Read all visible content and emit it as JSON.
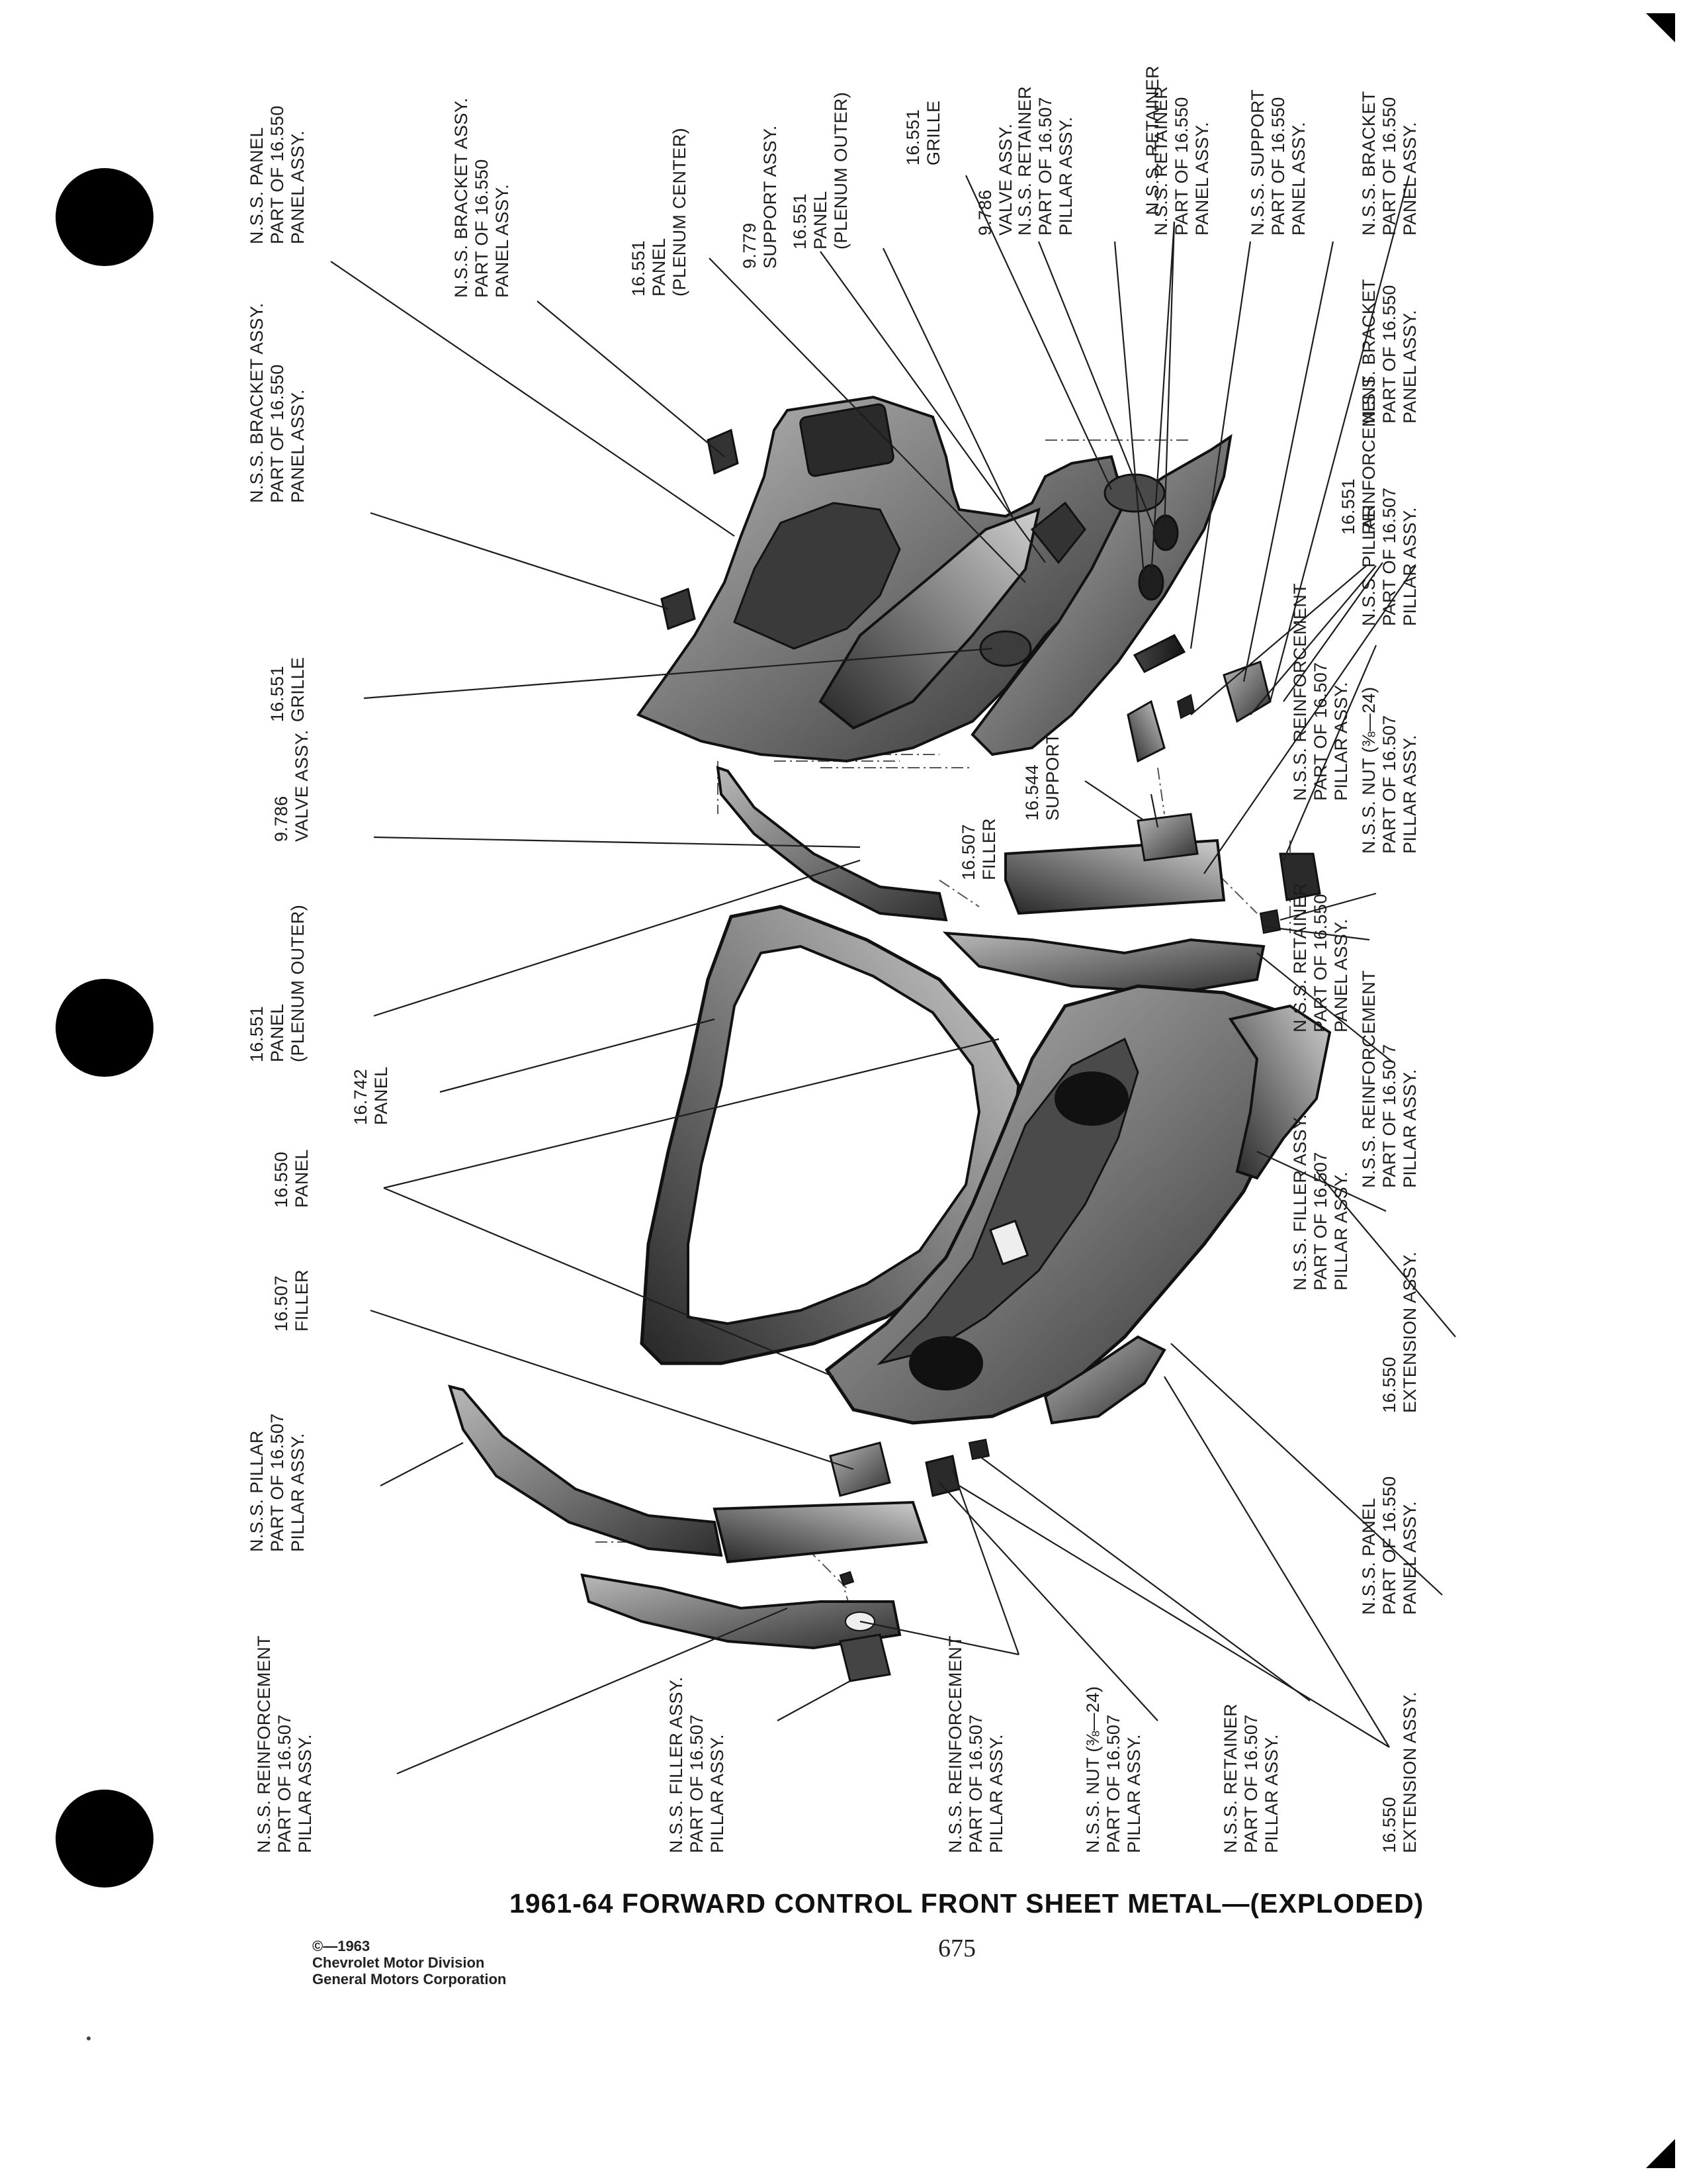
{
  "page": {
    "title": "1961-64 FORWARD CONTROL FRONT SHEET METAL—(EXPLODED)",
    "page_number": "675",
    "copyright": "©—1963\nChevrolet Motor Division\nGeneral Motors Corporation"
  },
  "decor": {
    "punch_holes": [
      "punch-hole-top",
      "punch-hole-middle",
      "punch-hole-bottom"
    ],
    "corner_marks": [
      "corner-mark-top-right",
      "corner-mark-bottom-right"
    ],
    "ink_color": "#1c1c1c"
  },
  "labels": {
    "top": {
      "nss_panel_16550": "N.S.S. PANEL\nPART OF 16.550\nPANEL ASSY.",
      "nss_bracket_16550_a": "N.S.S. BRACKET ASSY.\nPART OF 16.550\nPANEL ASSY.",
      "panel_plenum_center": "16.551\nPANEL\n(PLENUM CENTER)",
      "support_9779": "9.779\nSUPPORT ASSY.",
      "panel_plenum_outer_top": "16.551\nPANEL\n(PLENUM OUTER)",
      "grille_top": "16.551\nGRILLE",
      "valve_top": "9.786\nVALVE ASSY.",
      "nss_retainer_16507": "N.S.S. RETAINER\nPART OF 16.507\nPILLAR ASSY.",
      "nss_retainer": "N.S.S. RETAINER",
      "nss_retainer_16550": "N.S.S. RETAINER\nPART OF 16.550\nPANEL ASSY.",
      "nss_support_16550": "N.S.S. SUPPORT\nPART OF 16.550\nPANEL ASSY.",
      "nss_bracket_16550_right": "N.S.S. BRACKET\nPART OF 16.550\nPANEL ASSY."
    },
    "middle": {
      "nss_bracket_16550_b": "N.S.S. BRACKET ASSY.\nPART OF 16.550\nPANEL ASSY.",
      "grille_mid": "16.551\nGRILLE",
      "valve_mid": "9.786\nVALVE ASSY.",
      "panel_plenum_outer_mid": "16.551\nPANEL\n(PLENUM OUTER)",
      "panel_16742": "16.742\nPANEL",
      "panel_16550": "16.550\nPANEL",
      "filler_16507": "16.507\nFILLER",
      "nss_pillar_left": "N.S.S. PILLAR\nPART OF 16.507\nPILLAR ASSY."
    },
    "right": {
      "nss_bracket_16550_mid": "N.S.S. BRACKET\nPART OF 16.550\nPANEL ASSY.",
      "reinforcement_16551": "16.551\nREINFORCEMENT",
      "nss_pillar_right": "N.S.S. PILLAR\nPART OF 16.507\nPILLAR ASSY.",
      "nss_reinforcement_right": "N.S.S. REINFORCEMENT\nPART OF 16.507\nPILLAR ASSY.",
      "support_16544": "16.544\nSUPPORT",
      "filler_16507_right": "16.507\nFILLER",
      "nss_nut_right": "N.S.S. NUT (⅜—24)\nPART OF 16.507\nPILLAR ASSY.",
      "nss_retainer_16550_right": "N.S.S. RETAINER\nPART OF 16.550\nPANEL ASSY.",
      "nss_reinforcement_right2": "N.S.S. REINFORCEMENT\nPART OF 16.50 7\nPILLAR ASSY.",
      "nss_filler_right": "N.S.S. FILLER ASSY.\nPART OF 16.507\nPILLAR ASSY.",
      "extension_right": "16.550\nEXTENSION ASSY.",
      "nss_panel_right": "N.S.S. PANEL\nPART OF 16.550\nPANEL ASSY."
    },
    "bottom": {
      "nss_reinforcement_b1": "N.S.S. REINFORCEMENT\nPART OF 16.507\nPILLAR ASSY.",
      "nss_filler_b": "N.S.S. FILLER ASSY.\nPART OF 16.507\nPILLAR ASSY.",
      "nss_reinforcement_b2": "N.S.S. REINFORCEMENT\nPART OF 16.507\nPILLAR ASSY.",
      "nss_nut_b": "N.S.S. NUT (⅜—24)\nPART OF 16.507\nPILLAR ASSY.",
      "nss_retainer_b": "N.S.S. RETAINER\nPART OF 16.507\nPILLAR ASSY.",
      "extension_b": "16.550\nEXTENSION ASSY."
    }
  }
}
